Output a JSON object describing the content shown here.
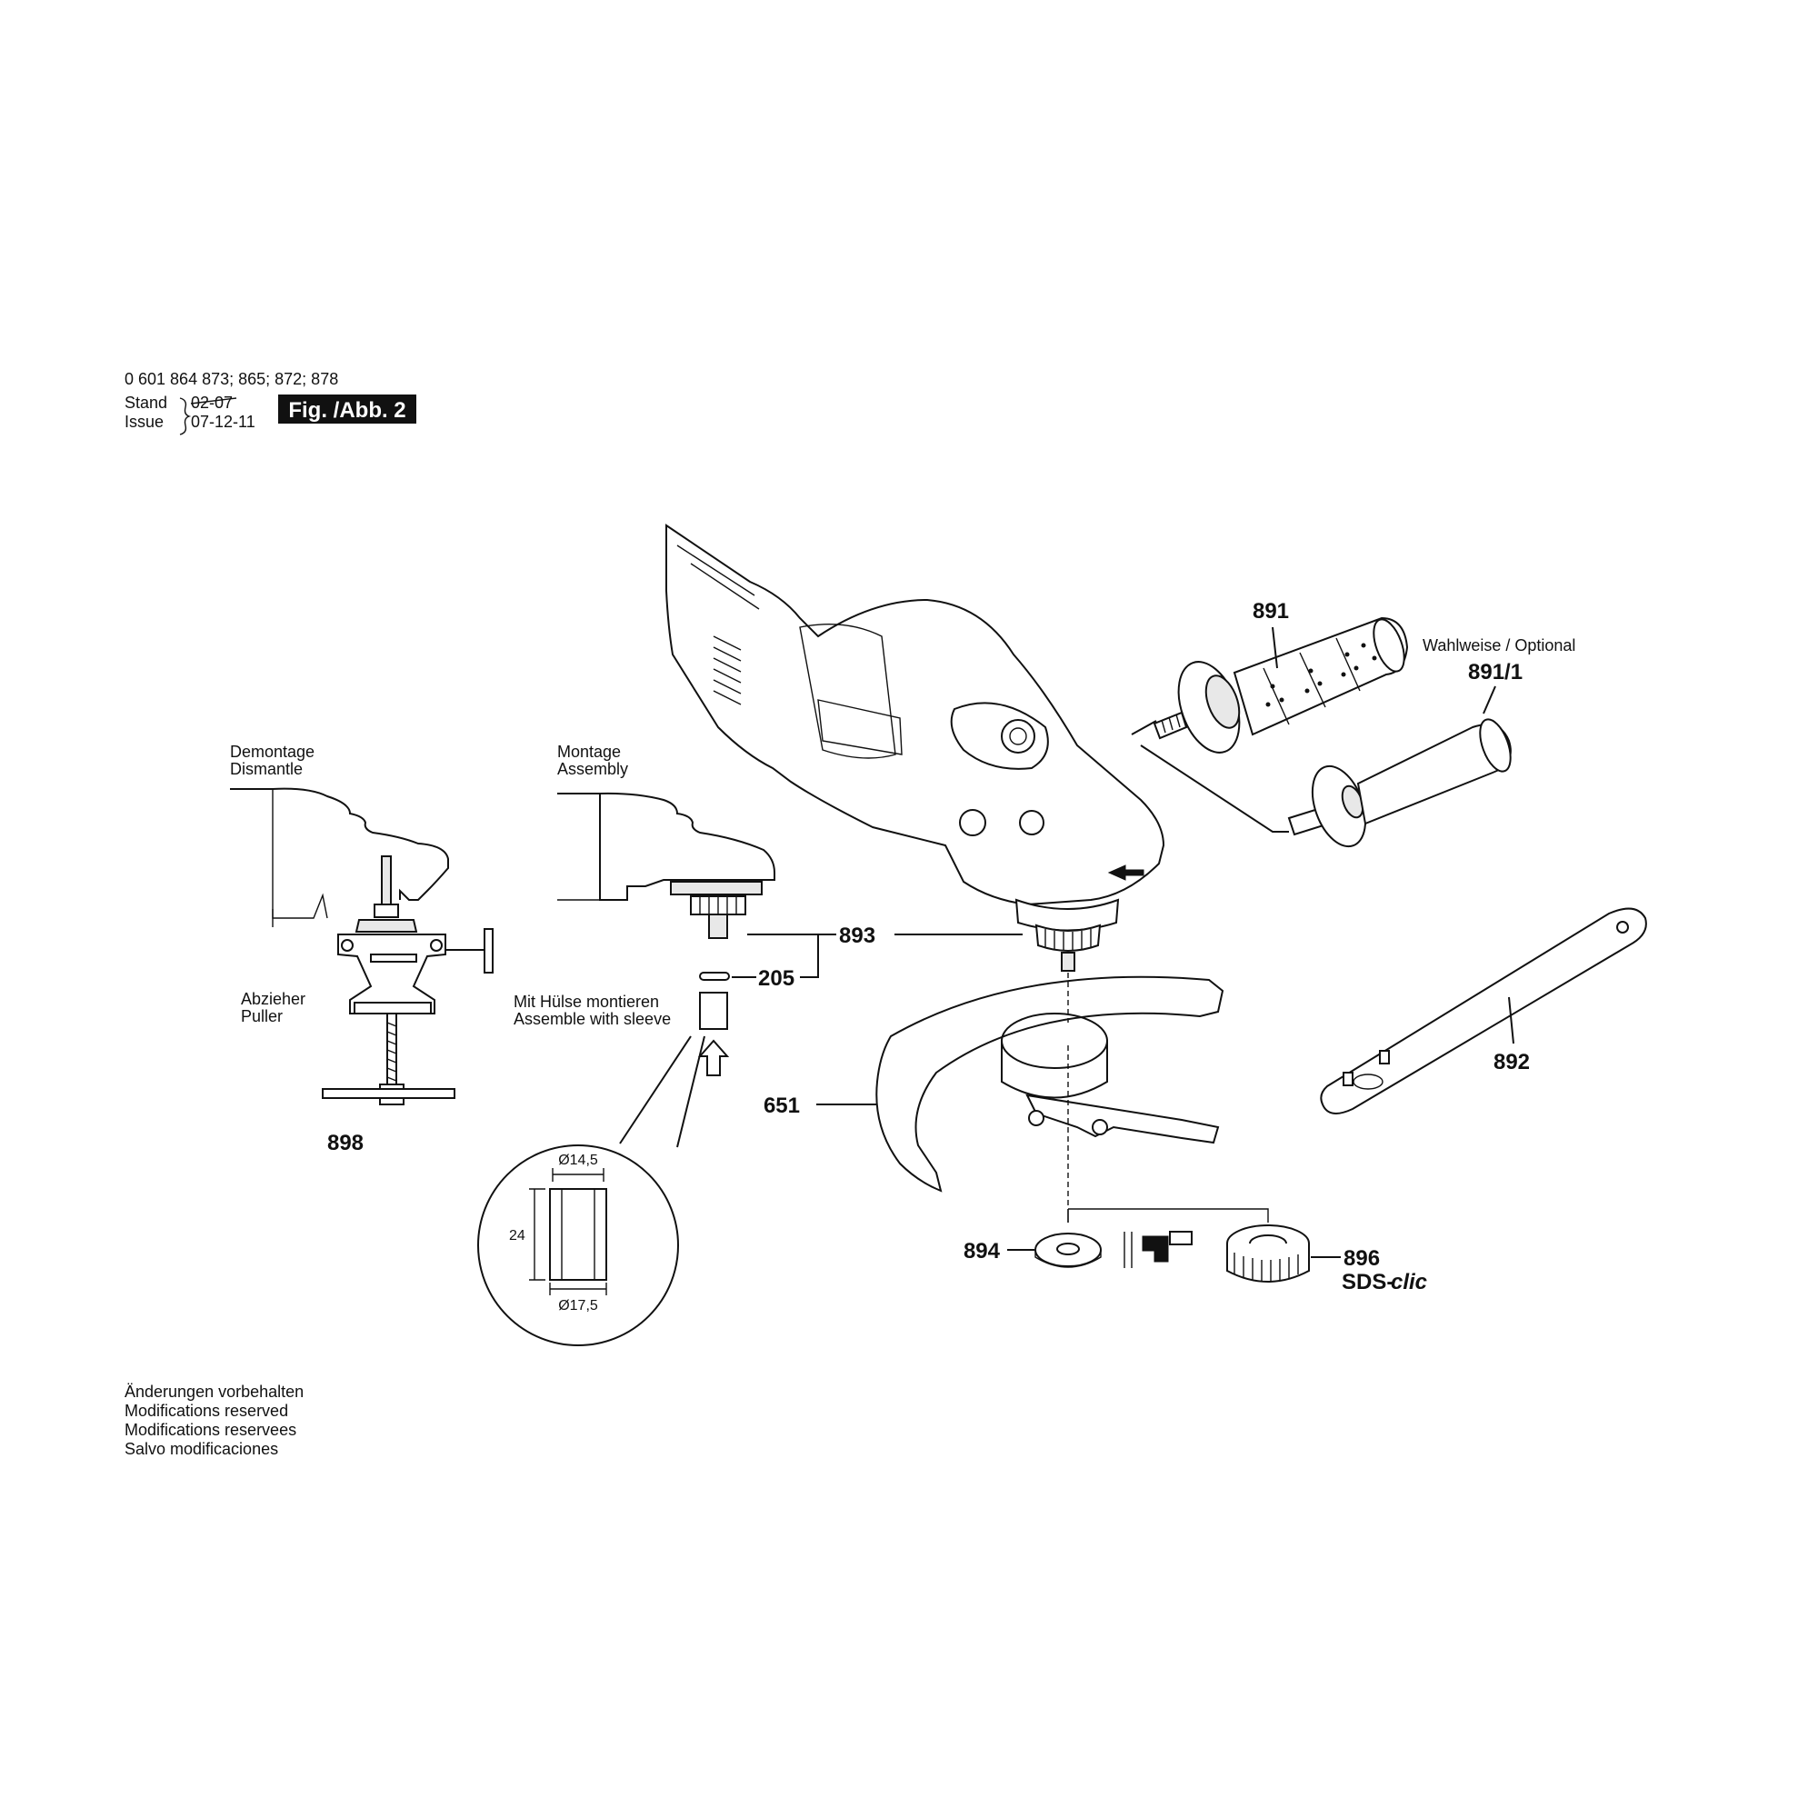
{
  "header": {
    "part_numbers": "0 601 864 873; 865; 872; 878",
    "stand_label": "Stand",
    "issue_label": "Issue",
    "old_date": "02-07",
    "new_date": "07-12-11",
    "figure": "Fig. /Abb. 2"
  },
  "sections": {
    "dismantle_de": "Demontage",
    "dismantle_en": "Dismantle",
    "assembly_de": "Montage",
    "assembly_en": "Assembly",
    "puller_de": "Abzieher",
    "puller_en": "Puller",
    "sleeve_de": "Mit Hülse montieren",
    "sleeve_en": "Assemble with sleeve",
    "optional": "Wahlweise / Optional"
  },
  "detail": {
    "inner_diameter": "Ø14,5",
    "outer_diameter": "Ø17,5",
    "length": "24"
  },
  "parts": {
    "p891": "891",
    "p891_1": "891/1",
    "p892": "892",
    "p893": "893",
    "p205": "205",
    "p651": "651",
    "p894": "894",
    "p896": "896",
    "p898": "898",
    "sds_prefix": "SDS-",
    "sds_suffix": "clic"
  },
  "footer": {
    "line1": "Änderungen vorbehalten",
    "line2": "Modifications reserved",
    "line3": "Modifications reservees",
    "line4": "Salvo modificaciones"
  }
}
